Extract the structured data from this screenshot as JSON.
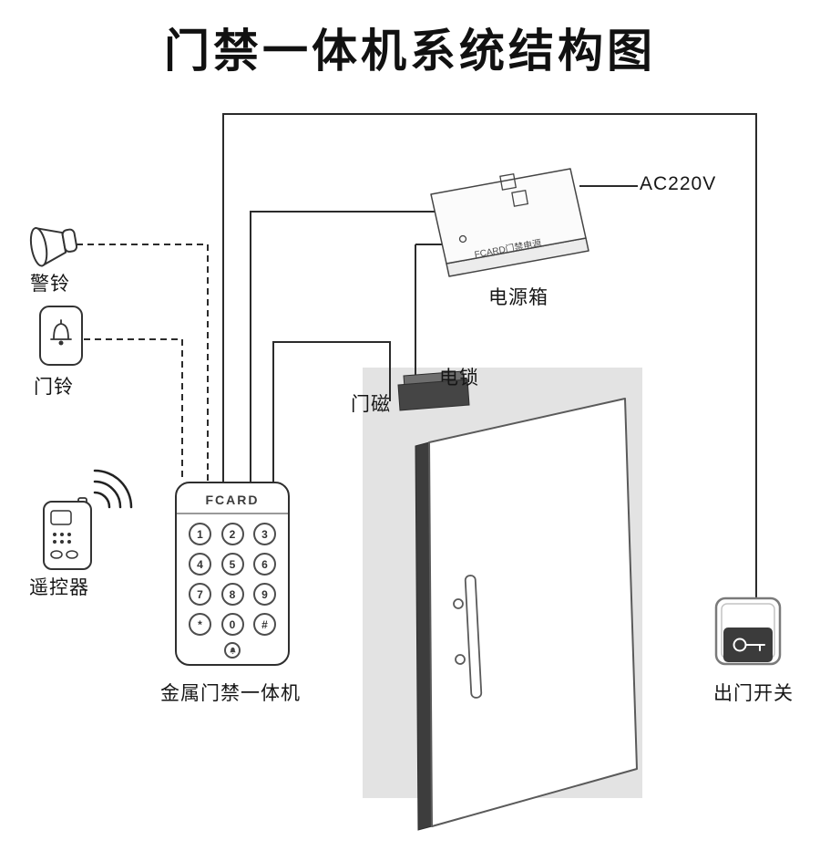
{
  "title": "门禁一体机系统结构图",
  "power_box": {
    "label": "电源箱",
    "print_text": "FCARD门禁电源",
    "power_label": "AC220V"
  },
  "devices": {
    "alarm_bell": "警铃",
    "doorbell": "门铃",
    "remote": "遥控器",
    "keypad": "金属门禁一体机",
    "electric_lock": "电锁",
    "door_magnet": "门磁",
    "exit_switch": "出门开关"
  },
  "keypad_device": {
    "brand": "FCARD",
    "keys": [
      "1",
      "2",
      "3",
      "4",
      "5",
      "6",
      "7",
      "8",
      "9",
      "*",
      "0",
      "#"
    ]
  },
  "colors": {
    "line": "#2b2b2b",
    "wall_panel": "#e3e3e3",
    "lock_body": "#454545",
    "door_edge": "#3d3d3d"
  }
}
